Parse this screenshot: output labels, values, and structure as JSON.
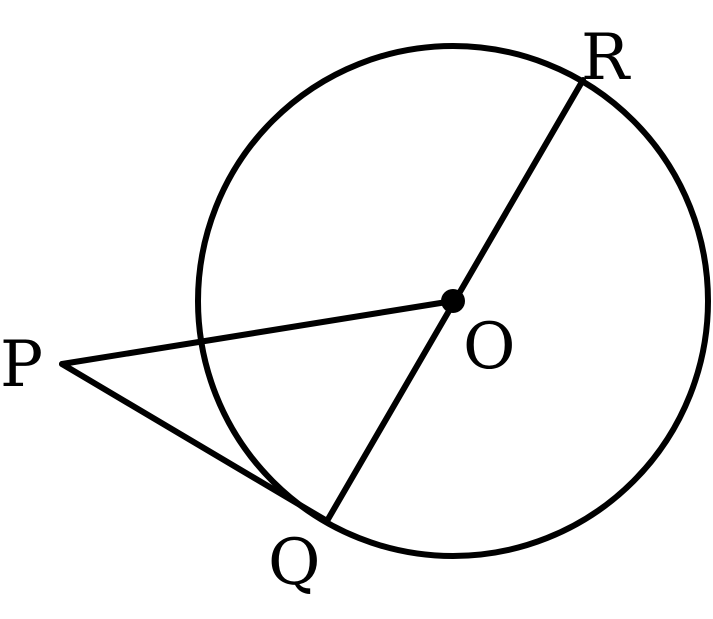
{
  "diagram": {
    "points": {
      "P": "P",
      "Q": "Q",
      "R": "R",
      "O": "O"
    },
    "colors": {
      "stroke": "#000000",
      "background": "#ffffff"
    }
  }
}
